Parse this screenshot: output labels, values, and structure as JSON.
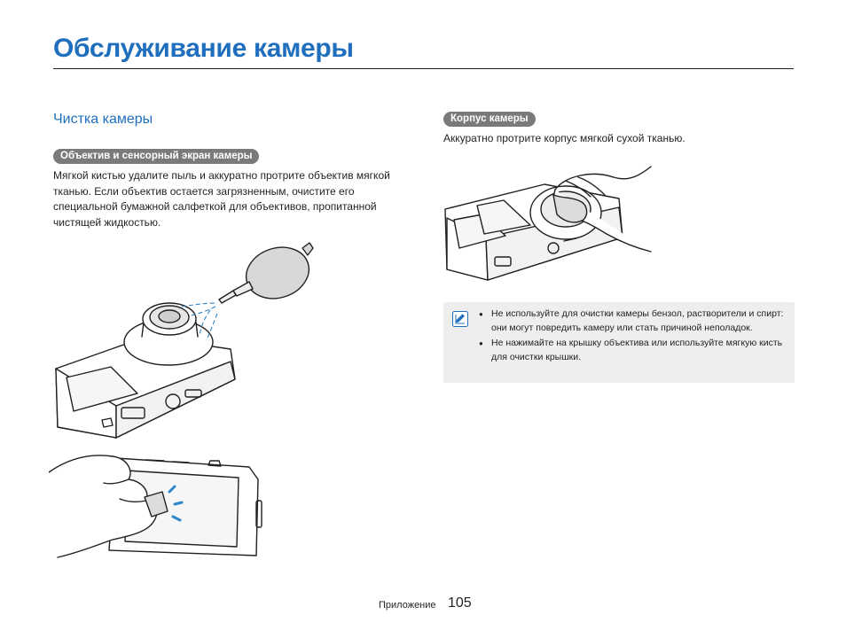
{
  "page_title": "Обслуживание камеры",
  "section_heading": "Чистка камеры",
  "lens_section": {
    "pill_label": "Объектив и сенсорный экран камеры",
    "text": "Мягкой кистью удалите пыль и аккуратно протрите объектив мягкой тканью. Если объектив остается загрязненным, очистите его специальной бумажной салфеткой для объективов, пропитанной чистящей жидкостью."
  },
  "body_section": {
    "pill_label": "Корпус камеры",
    "text": "Аккуратно протрите корпус мягкой сухой тканью."
  },
  "note": {
    "icon": "note-pencil-icon",
    "items": [
      "Не используйте для очистки камеры бензол, растворители и спирт: они могут повредить камеру или стать причиной неполадок.",
      "Не нажимайте на крышку объектива или используйте мягкую кисть для очистки крышки."
    ]
  },
  "footer": {
    "label": "Приложение",
    "page_number": "105"
  },
  "colors": {
    "accent": "#1f6fbe",
    "pill": "#7a7a7a",
    "note_bg": "#eeeeee",
    "text": "#231f20"
  }
}
